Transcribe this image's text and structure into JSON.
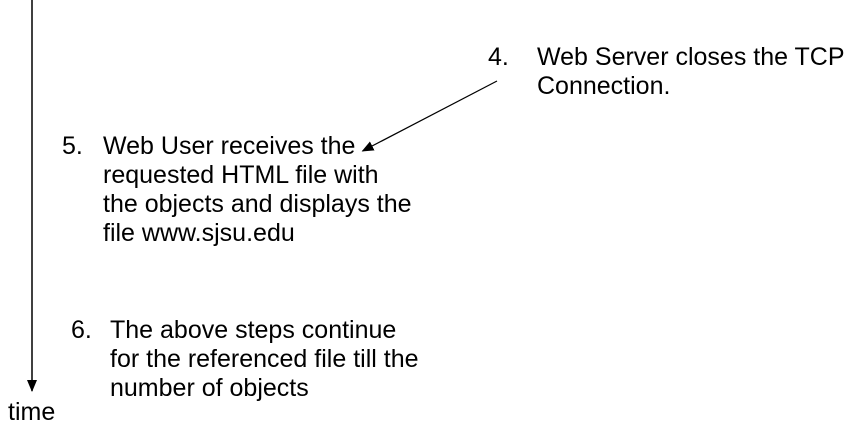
{
  "colors": {
    "background": "#ffffff",
    "ink": "#000000"
  },
  "timeline": {
    "label": "time"
  },
  "steps": [
    {
      "number": "4.",
      "lines": [
        "Web Server closes the TCP",
        "Connection."
      ]
    },
    {
      "number": "5.",
      "lines": [
        "Web User receives the",
        "requested HTML file with",
        "the objects and displays the",
        "file www.sjsu.edu"
      ]
    },
    {
      "number": "6.",
      "lines": [
        "The above steps continue",
        "for the referenced file till the",
        "number of objects"
      ]
    }
  ]
}
